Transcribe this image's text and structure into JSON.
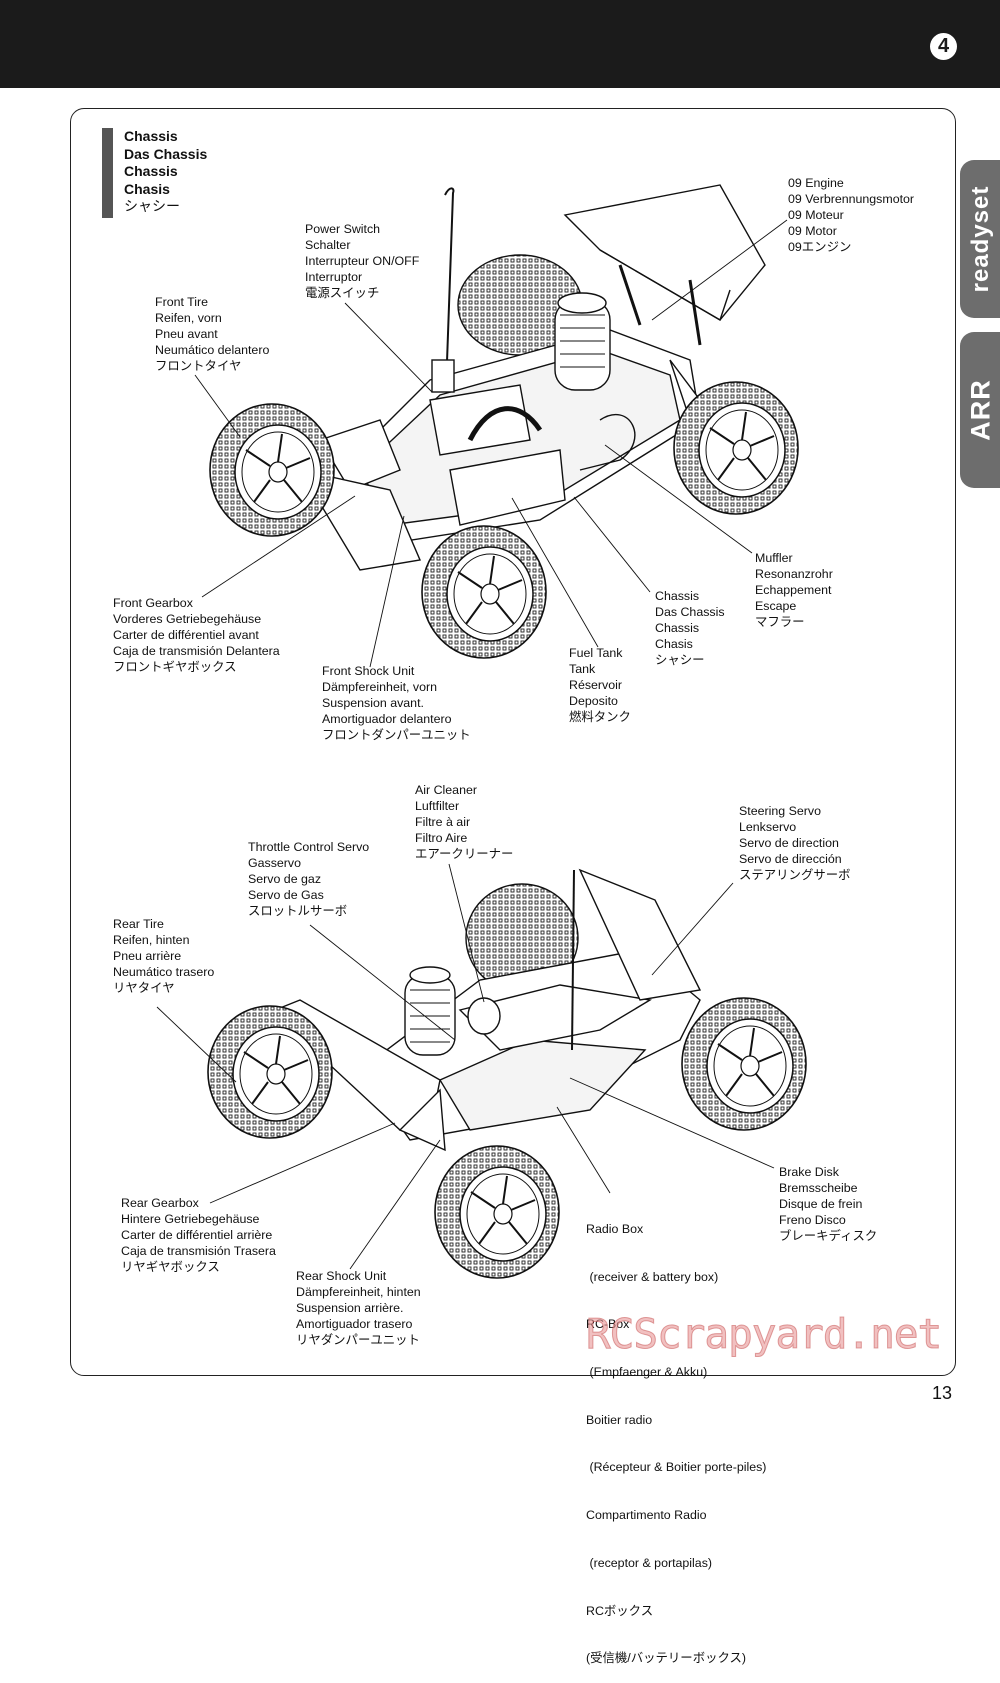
{
  "step_number": "4",
  "side_tabs": [
    "readyset",
    "ARR"
  ],
  "heading": [
    "Chassis",
    "Das Chassis",
    "Chassis",
    "Chasis",
    "シャシー"
  ],
  "labels": {
    "power_switch": [
      "Power Switch",
      "Schalter",
      "Interrupteur ON/OFF",
      "Interruptor",
      "電源スイッチ"
    ],
    "engine": [
      "09 Engine",
      "09 Verbrennungsmotor",
      "09 Moteur",
      "09 Motor",
      "09エンジン"
    ],
    "front_tire": [
      "Front Tire",
      "Reifen, vorn",
      "Pneu avant",
      "Neumático delantero",
      "フロントタイヤ"
    ],
    "muffler": [
      "Muffler",
      "Resonanzrohr",
      "Echappement",
      "Escape",
      "マフラー"
    ],
    "front_gearbox": [
      "Front Gearbox",
      "Vorderes Getriebegehäuse",
      "Carter de différentiel avant",
      "Caja de transmisión Delantera",
      "フロントギヤボックス"
    ],
    "chassis": [
      "Chassis",
      "Das Chassis",
      "Chassis",
      "Chasis",
      "シャシー"
    ],
    "fuel_tank": [
      "Fuel Tank",
      "Tank",
      "Réservoir",
      "Deposito",
      "燃料タンク"
    ],
    "front_shock": [
      "Front Shock Unit",
      "Dämpfereinheit, vorn",
      "Suspension avant.",
      "Amortiguador delantero",
      "フロントダンパーユニット"
    ],
    "air_cleaner": [
      "Air Cleaner",
      "Luftfilter",
      "Filtre à air",
      "Filtro Aire",
      "エアークリーナー"
    ],
    "steering_servo": [
      "Steering Servo",
      "Lenkservo",
      "Servo de direction",
      "Servo de dirección",
      "ステアリングサーボ"
    ],
    "throttle_servo": [
      "Throttle Control Servo",
      "Gasservo",
      "Servo de gaz",
      "Servo de Gas",
      "スロットルサーボ"
    ],
    "rear_tire": [
      "Rear Tire",
      "Reifen, hinten",
      "Pneu arrière",
      "Neumático trasero",
      "リヤタイヤ"
    ],
    "brake_disk": [
      "Brake Disk",
      "Bremsscheibe",
      "Disque de frein",
      "Freno Disco",
      "ブレーキディスク"
    ],
    "rear_gearbox": [
      "Rear Gearbox",
      "Hintere Getriebegehäuse",
      "Carter de différentiel arrière",
      "Caja de transmisión Trasera",
      "リヤギヤボックス"
    ],
    "radio_box": [
      "Radio Box",
      " (receiver & battery box)",
      "RC-Box",
      " (Empfaenger & Akku)",
      "Boitier radio",
      " (Récepteur & Boitier porte-piles)",
      "Compartimento Radio",
      " (receptor & portapilas)",
      "RCボックス",
      "(受信機/バッテリーボックス)"
    ],
    "rear_shock": [
      "Rear Shock Unit",
      "Dämpfereinheit, hinten",
      "Suspension arrière.",
      "Amortiguador trasero",
      "リヤダンパーユニット"
    ]
  },
  "watermark": "RCScrapyard.net",
  "page_number": "13"
}
